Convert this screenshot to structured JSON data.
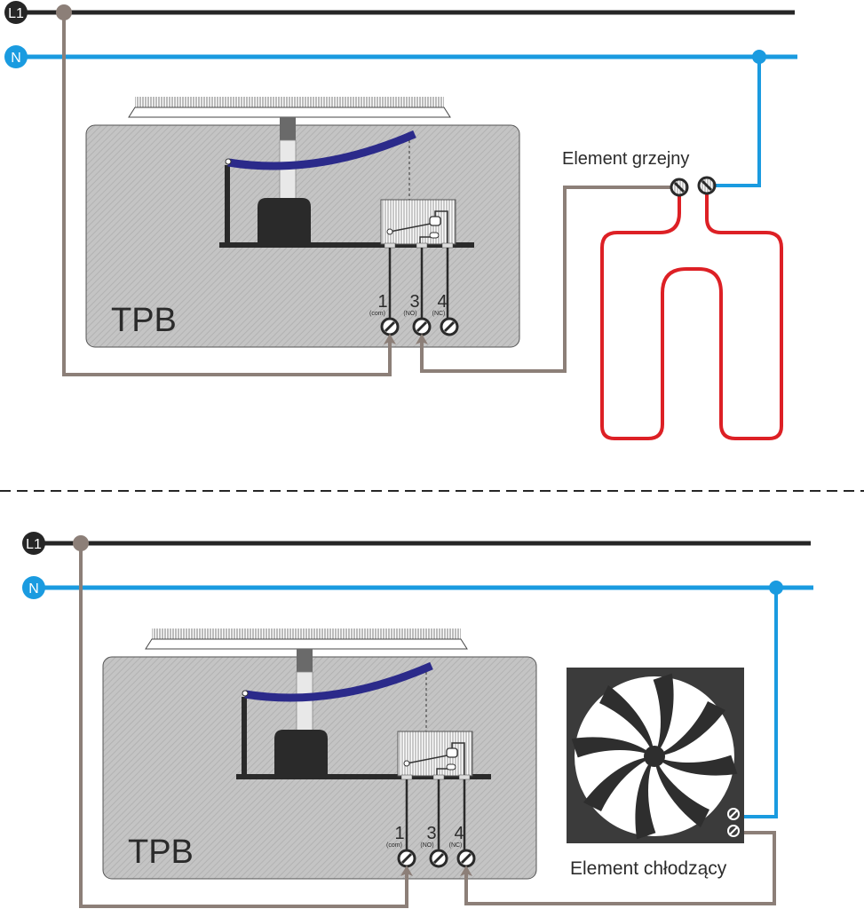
{
  "colors": {
    "line_L1": "#262626",
    "line_N": "#1a9be0",
    "wire_brown": "#8c7f78",
    "heater_red": "#dd2025",
    "bimetal_blue": "#2b2a8a",
    "housing_gray": "#c2c2c2",
    "fan_dark": "#3b3b3b"
  },
  "diagrams": [
    {
      "id": "heating",
      "phase_label": "L1",
      "neutral_label": "N",
      "device_label": "TPB",
      "terminals": [
        {
          "num": "1",
          "sub": "(com)"
        },
        {
          "num": "3",
          "sub": "(NO)"
        },
        {
          "num": "4",
          "sub": "(NC)"
        }
      ],
      "load_label": "Element grzejny"
    },
    {
      "id": "cooling",
      "phase_label": "L1",
      "neutral_label": "N",
      "device_label": "TPB",
      "terminals": [
        {
          "num": "1",
          "sub": "(com)"
        },
        {
          "num": "3",
          "sub": "(NO)"
        },
        {
          "num": "4",
          "sub": "(NC)"
        }
      ],
      "load_label": "Element chłodzący"
    }
  ]
}
